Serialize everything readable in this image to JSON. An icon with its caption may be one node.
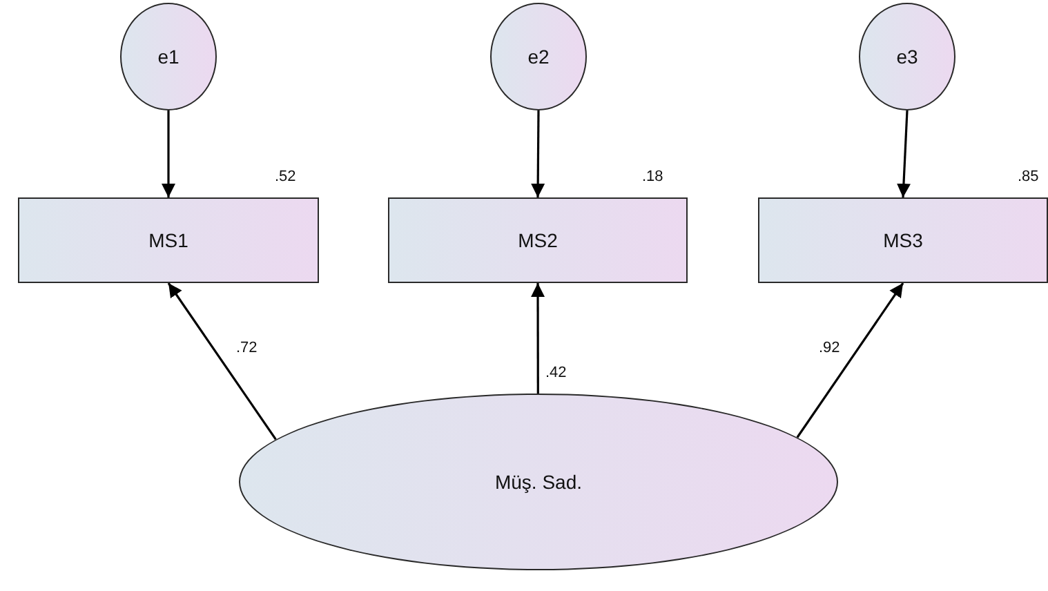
{
  "diagram": {
    "nodes": [
      {
        "text": [
          "e1"
        ]
      },
      {
        "text": [
          "e2"
        ]
      },
      {
        "text": [
          "e3"
        ]
      },
      {
        "text": [
          "MS1"
        ],
        "beside": [
          ".52"
        ]
      },
      {
        "text": [
          "MS2"
        ],
        "beside": [
          ".18"
        ]
      },
      {
        "text": [
          "MS3"
        ],
        "beside": [
          ".85"
        ]
      },
      {
        "text": [
          "Müş. Sad."
        ]
      }
    ],
    "edges": [
      {
        "from": 0,
        "to": 3,
        "arrow": "to"
      },
      {
        "from": 1,
        "to": 4,
        "arrow": "to"
      },
      {
        "from": 2,
        "to": 5,
        "arrow": "to"
      },
      {
        "from": 6,
        "to": 3,
        "arrow": "to",
        "label": ".72"
      },
      {
        "from": 6,
        "to": 4,
        "arrow": "to",
        "label": ".42"
      },
      {
        "from": 6,
        "to": 5,
        "arrow": "to",
        "label": ".92"
      }
    ]
  }
}
